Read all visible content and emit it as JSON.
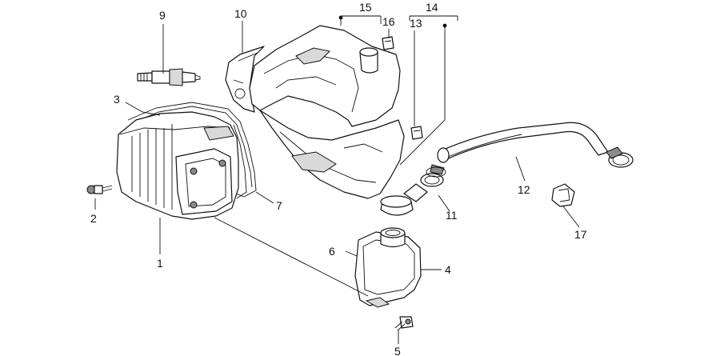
{
  "callouts": [
    {
      "id": "1",
      "label": "1"
    },
    {
      "id": "2",
      "label": "2"
    },
    {
      "id": "3",
      "label": "3"
    },
    {
      "id": "4",
      "label": "4"
    },
    {
      "id": "5",
      "label": "5"
    },
    {
      "id": "6",
      "label": "6"
    },
    {
      "id": "7",
      "label": "7"
    },
    {
      "id": "9",
      "label": "9"
    },
    {
      "id": "10",
      "label": "10"
    },
    {
      "id": "11",
      "label": "11"
    },
    {
      "id": "12",
      "label": "12"
    },
    {
      "id": "13",
      "label": "13"
    },
    {
      "id": "14",
      "label": "14"
    },
    {
      "id": "15",
      "label": "15"
    },
    {
      "id": "16",
      "label": "16"
    },
    {
      "id": "17",
      "label": "17"
    }
  ]
}
